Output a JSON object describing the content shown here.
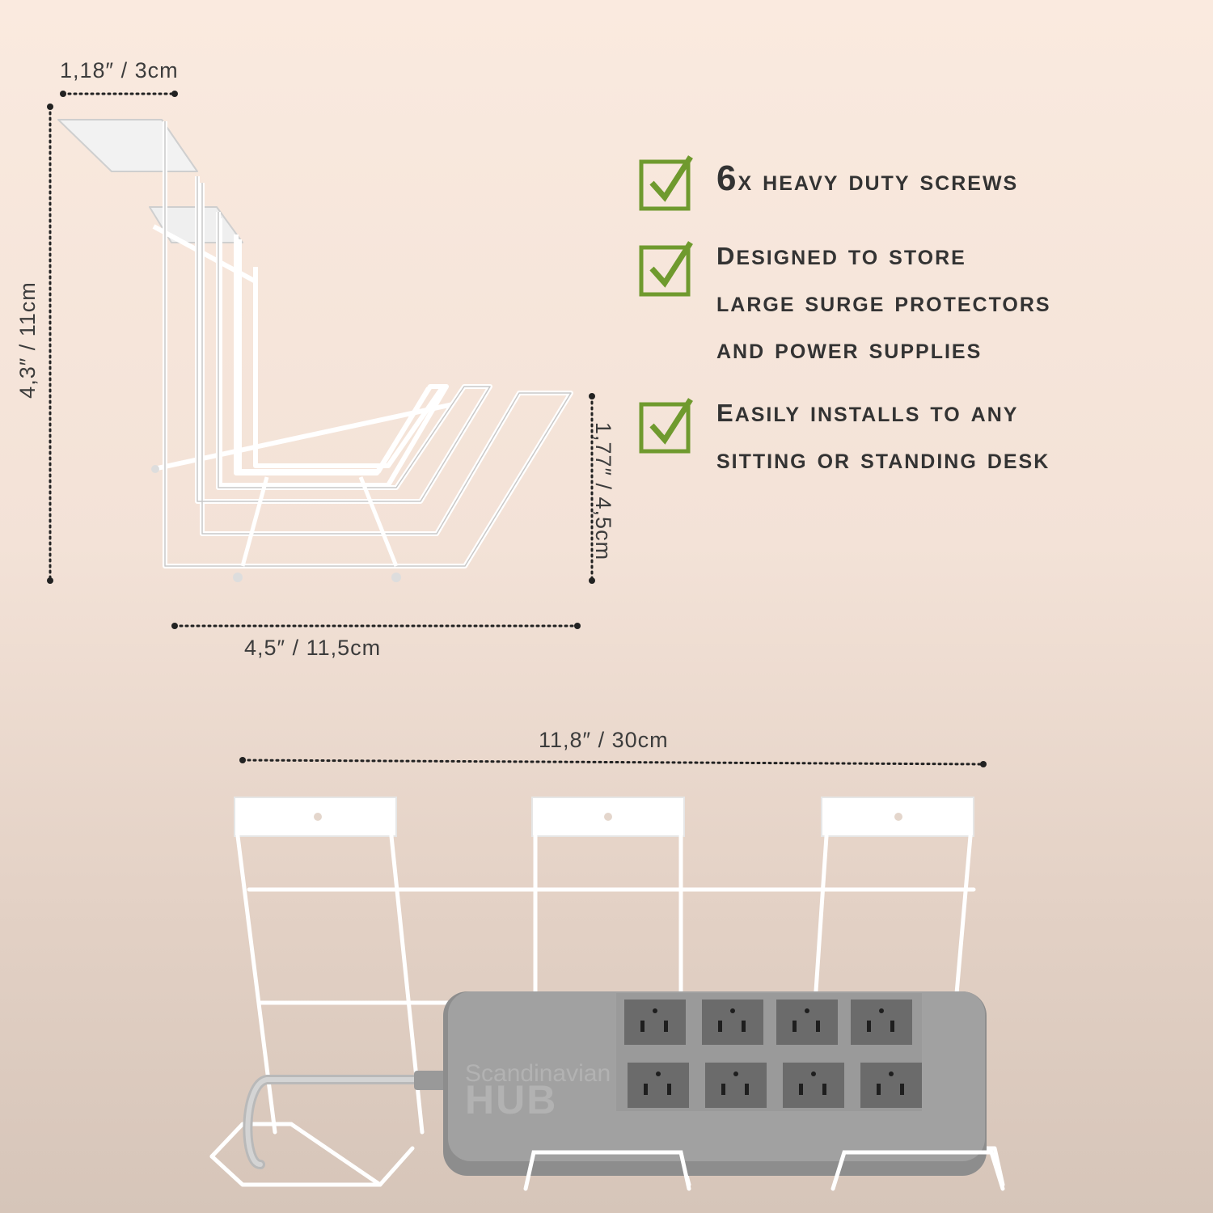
{
  "dimensions": {
    "top_width": "1,18″ / 3cm",
    "height": "4,3″ / 11cm",
    "depth_height": "1,77″ / 4,5cm",
    "depth_width": "4,5″ / 11,5cm",
    "length": "11,8″ / 30cm"
  },
  "features": [
    {
      "lines": [
        "6x heavy duty screws"
      ]
    },
    {
      "lines": [
        "Designed to store",
        "large surge protectors",
        "and power supplies"
      ]
    },
    {
      "lines": [
        "Easily installs to any",
        "sitting or standing desk"
      ]
    }
  ],
  "watermark": {
    "line1": "Scandinavian",
    "line2": "HUB"
  },
  "colors": {
    "check_green": "#6f9a2e",
    "wire": "#ffffff",
    "strip": "#8e8e8e",
    "outlet": "#6a6a6a"
  }
}
